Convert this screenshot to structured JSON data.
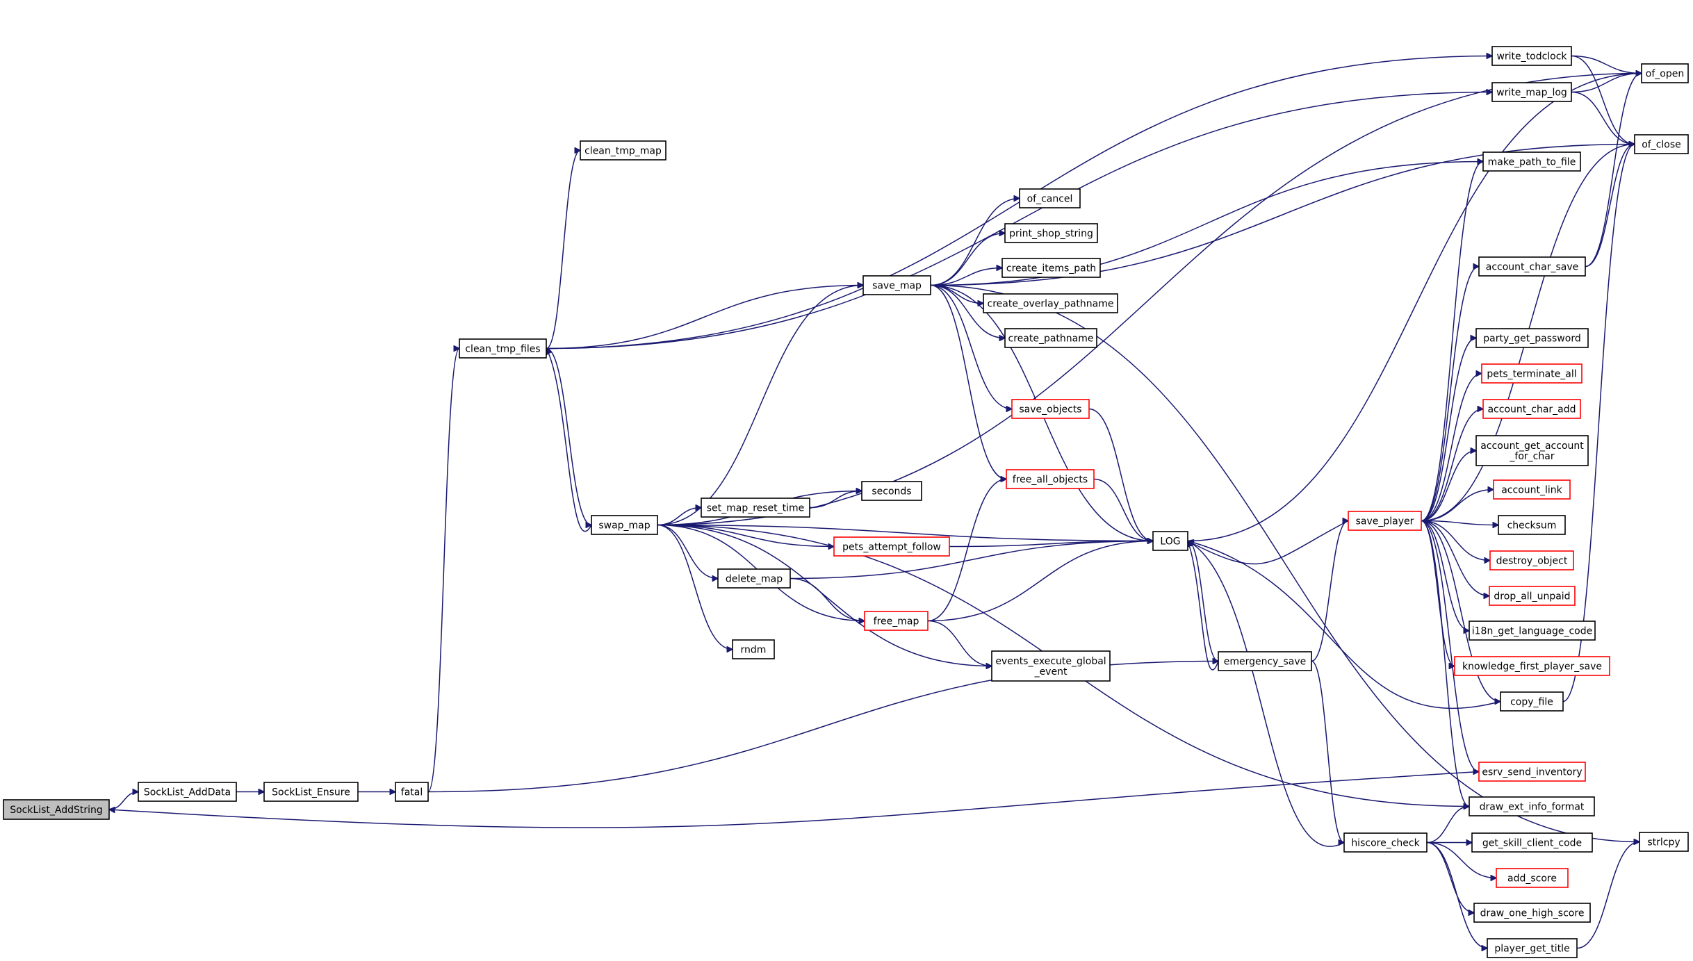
{
  "colors": {
    "edge": "#191970",
    "red_border": "#ff0000",
    "normal_border": "#000000",
    "root_fill": "#bfbfbf"
  },
  "nodes": [
    {
      "id": "sockaddstring",
      "label": "SockList_AddString",
      "style": "root"
    },
    {
      "id": "sockadddata",
      "label": "SockList_AddData",
      "style": "normal"
    },
    {
      "id": "sockensure",
      "label": "SockList_Ensure",
      "style": "normal"
    },
    {
      "id": "fatal",
      "label": "fatal",
      "style": "normal"
    },
    {
      "id": "cleantmpfiles",
      "label": "clean_tmp_files",
      "style": "normal"
    },
    {
      "id": "cleantmpmap",
      "label": "clean_tmp_map",
      "style": "normal"
    },
    {
      "id": "swapmap",
      "label": "swap_map",
      "style": "normal"
    },
    {
      "id": "savemap",
      "label": "save_map",
      "style": "normal"
    },
    {
      "id": "ofcancel",
      "label": "of_cancel",
      "style": "normal"
    },
    {
      "id": "printshop",
      "label": "print_shop_string",
      "style": "normal"
    },
    {
      "id": "createitems",
      "label": "create_items_path",
      "style": "normal"
    },
    {
      "id": "createoverlay",
      "label": "create_overlay_pathname",
      "style": "normal"
    },
    {
      "id": "createpath",
      "label": "create_pathname",
      "style": "normal"
    },
    {
      "id": "saveobjects",
      "label": "save_objects",
      "style": "red"
    },
    {
      "id": "freeall",
      "label": "free_all_objects",
      "style": "red"
    },
    {
      "id": "seconds",
      "label": "seconds",
      "style": "normal"
    },
    {
      "id": "setmapreset",
      "label": "set_map_reset_time",
      "style": "normal"
    },
    {
      "id": "petsfollow",
      "label": "pets_attempt_follow",
      "style": "red"
    },
    {
      "id": "deletemap",
      "label": "delete_map",
      "style": "normal"
    },
    {
      "id": "freemap",
      "label": "free_map",
      "style": "red"
    },
    {
      "id": "rndm",
      "label": "rndm",
      "style": "normal"
    },
    {
      "id": "eventsexec",
      "label": [
        "events_execute_global",
        "_event"
      ],
      "style": "normal"
    },
    {
      "id": "log",
      "label": "LOG",
      "style": "normal"
    },
    {
      "id": "emergency",
      "label": "emergency_save",
      "style": "normal"
    },
    {
      "id": "saveplayer",
      "label": "save_player",
      "style": "red"
    },
    {
      "id": "hiscore",
      "label": "hiscore_check",
      "style": "normal"
    },
    {
      "id": "writetod",
      "label": "write_todclock",
      "style": "normal"
    },
    {
      "id": "writemaplog",
      "label": "write_map_log",
      "style": "normal"
    },
    {
      "id": "ofopen",
      "label": "of_open",
      "style": "normal"
    },
    {
      "id": "ofclose",
      "label": "of_close",
      "style": "normal"
    },
    {
      "id": "makepath",
      "label": "make_path_to_file",
      "style": "normal"
    },
    {
      "id": "acccharsave",
      "label": "account_char_save",
      "style": "normal"
    },
    {
      "id": "partypass",
      "label": "party_get_password",
      "style": "normal"
    },
    {
      "id": "petsterm",
      "label": "pets_terminate_all",
      "style": "red"
    },
    {
      "id": "acccharadd",
      "label": "account_char_add",
      "style": "red"
    },
    {
      "id": "accgetacc",
      "label": [
        "account_get_account",
        "_for_char"
      ],
      "style": "normal"
    },
    {
      "id": "acclink",
      "label": "account_link",
      "style": "red"
    },
    {
      "id": "checksum",
      "label": "checksum",
      "style": "normal"
    },
    {
      "id": "destroyobj",
      "label": "destroy_object",
      "style": "red"
    },
    {
      "id": "dropunpaid",
      "label": "drop_all_unpaid",
      "style": "red"
    },
    {
      "id": "i18n",
      "label": "i18n_get_language_code",
      "style": "normal"
    },
    {
      "id": "knowledge",
      "label": "knowledge_first_player_save",
      "style": "red"
    },
    {
      "id": "copyfile",
      "label": "copy_file",
      "style": "normal"
    },
    {
      "id": "esrv",
      "label": "esrv_send_inventory",
      "style": "red"
    },
    {
      "id": "drawext",
      "label": "draw_ext_info_format",
      "style": "normal"
    },
    {
      "id": "getskill",
      "label": "get_skill_client_code",
      "style": "normal"
    },
    {
      "id": "addscore",
      "label": "add_score",
      "style": "red"
    },
    {
      "id": "drawone",
      "label": "draw_one_high_score",
      "style": "normal"
    },
    {
      "id": "playertitle",
      "label": "player_get_title",
      "style": "normal"
    },
    {
      "id": "strlcpy",
      "label": "strlcpy",
      "style": "normal"
    }
  ],
  "edges": [
    [
      "sockaddstring",
      "sockadddata"
    ],
    [
      "sockadddata",
      "sockensure"
    ],
    [
      "sockensure",
      "fatal"
    ],
    [
      "fatal",
      "cleantmpfiles"
    ],
    [
      "fatal",
      "emergency"
    ],
    [
      "cleantmpfiles",
      "cleantmpmap"
    ],
    [
      "cleantmpfiles",
      "swapmap"
    ],
    [
      "cleantmpfiles",
      "savemap"
    ],
    [
      "cleantmpfiles",
      "writetod"
    ],
    [
      "cleantmpfiles",
      "writemaplog"
    ],
    [
      "swapmap",
      "savemap"
    ],
    [
      "swapmap",
      "ofopen"
    ],
    [
      "swapmap",
      "seconds"
    ],
    [
      "swapmap",
      "setmapreset"
    ],
    [
      "swapmap",
      "petsfollow"
    ],
    [
      "swapmap",
      "deletemap"
    ],
    [
      "swapmap",
      "freemap"
    ],
    [
      "swapmap",
      "rndm"
    ],
    [
      "swapmap",
      "eventsexec"
    ],
    [
      "swapmap",
      "log"
    ],
    [
      "swapmap",
      "cleantmpfiles"
    ],
    [
      "swapmap",
      "drawext"
    ],
    [
      "savemap",
      "ofcancel"
    ],
    [
      "savemap",
      "printshop"
    ],
    [
      "savemap",
      "createitems"
    ],
    [
      "savemap",
      "createoverlay"
    ],
    [
      "savemap",
      "createpath"
    ],
    [
      "savemap",
      "saveobjects"
    ],
    [
      "savemap",
      "freeall"
    ],
    [
      "savemap",
      "log"
    ],
    [
      "savemap",
      "ofclose"
    ],
    [
      "savemap",
      "makepath"
    ],
    [
      "savemap",
      "strlcpy"
    ],
    [
      "setmapreset",
      "seconds"
    ],
    [
      "saveobjects",
      "log"
    ],
    [
      "freeall",
      "log"
    ],
    [
      "petsfollow",
      "log"
    ],
    [
      "deletemap",
      "log"
    ],
    [
      "deletemap",
      "freemap"
    ],
    [
      "freemap",
      "log"
    ],
    [
      "freemap",
      "freeall"
    ],
    [
      "freemap",
      "eventsexec"
    ],
    [
      "log",
      "emergency"
    ],
    [
      "log",
      "ofopen"
    ],
    [
      "emergency",
      "log"
    ],
    [
      "emergency",
      "saveplayer"
    ],
    [
      "emergency",
      "hiscore"
    ],
    [
      "saveplayer",
      "log"
    ],
    [
      "saveplayer",
      "makepath"
    ],
    [
      "saveplayer",
      "acccharsave"
    ],
    [
      "saveplayer",
      "ofclose"
    ],
    [
      "saveplayer",
      "partypass"
    ],
    [
      "saveplayer",
      "petsterm"
    ],
    [
      "saveplayer",
      "acccharadd"
    ],
    [
      "saveplayer",
      "accgetacc"
    ],
    [
      "saveplayer",
      "acclink"
    ],
    [
      "saveplayer",
      "checksum"
    ],
    [
      "saveplayer",
      "destroyobj"
    ],
    [
      "saveplayer",
      "dropunpaid"
    ],
    [
      "saveplayer",
      "i18n"
    ],
    [
      "saveplayer",
      "knowledge"
    ],
    [
      "saveplayer",
      "copyfile"
    ],
    [
      "saveplayer",
      "esrv"
    ],
    [
      "saveplayer",
      "drawext"
    ],
    [
      "hiscore",
      "log"
    ],
    [
      "hiscore",
      "drawext"
    ],
    [
      "hiscore",
      "getskill"
    ],
    [
      "hiscore",
      "addscore"
    ],
    [
      "hiscore",
      "drawone"
    ],
    [
      "hiscore",
      "playertitle"
    ],
    [
      "writetod",
      "ofopen"
    ],
    [
      "writetod",
      "ofclose"
    ],
    [
      "writemaplog",
      "ofopen"
    ],
    [
      "writemaplog",
      "ofclose"
    ],
    [
      "acccharsave",
      "ofopen"
    ],
    [
      "acccharsave",
      "ofclose"
    ],
    [
      "copyfile",
      "log"
    ],
    [
      "copyfile",
      "ofclose"
    ],
    [
      "playertitle",
      "strlcpy"
    ],
    [
      "esrv",
      "sockaddstring"
    ]
  ]
}
